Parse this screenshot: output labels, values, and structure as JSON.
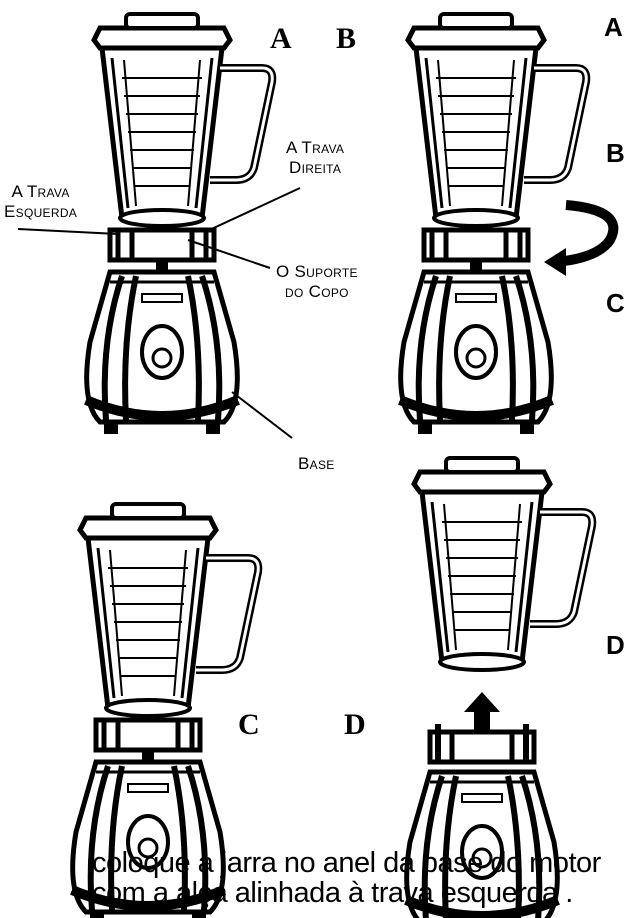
{
  "panels": {
    "a": "A",
    "b": "B",
    "c": "C",
    "d": "D"
  },
  "edge_labels": [
    "A",
    "B",
    "C",
    "D"
  ],
  "callouts": {
    "left_lock": [
      "A Trava",
      "Esquerda"
    ],
    "right_lock": [
      "A Trava",
      "Direita"
    ],
    "cup_support": [
      "O Suporte",
      "do Copo"
    ],
    "base": "Base"
  },
  "caption": [
    "coloque a jarra no anel da base do motor",
    "com a alça alinhada à trava esquerda ."
  ]
}
